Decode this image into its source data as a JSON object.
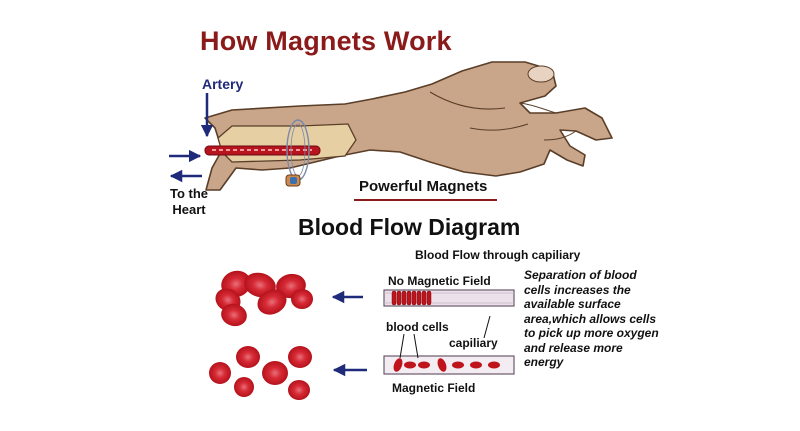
{
  "title": "How Magnets Work",
  "labels": {
    "artery": "Artery",
    "to_the_heart": "To the\nHeart",
    "powerful_magnets": "Powerful Magnets",
    "blood_flow_diagram": "Blood Flow Diagram",
    "blood_flow_subtitle": "Blood Flow through capiliary",
    "no_magnetic_field": "No Magnetic Field",
    "blood_cells": "blood cells",
    "capillary": "capiliary",
    "magnetic_field": "Magnetic Field",
    "separation_note": "Separation of blood cells increases the available surface area,which allows cells to pick up more oxygen and release more energy"
  },
  "colors": {
    "title": "#8b1a1a",
    "arrow": "#1f2a7a",
    "blood": "#c0141c",
    "skin": "#c9a689",
    "magnet": "#3a6fb0",
    "underline": "#8b1a1a"
  }
}
